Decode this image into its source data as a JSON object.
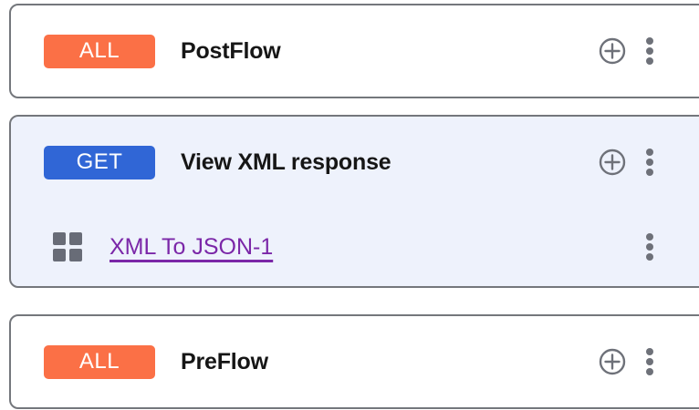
{
  "flows": [
    {
      "id": "postflow",
      "badge": {
        "label": "ALL",
        "color": "#fb7046"
      },
      "name": "PostFlow",
      "selected": false,
      "add_icon": "plus-circle-icon",
      "menu_icon": "kebab-menu-icon",
      "policies": []
    },
    {
      "id": "view-xml-response",
      "badge": {
        "label": "GET",
        "color": "#3066d6"
      },
      "name": "View XML response",
      "selected": true,
      "add_icon": "plus-circle-icon",
      "menu_icon": "kebab-menu-icon",
      "policies": [
        {
          "name": "XML To JSON-1",
          "icon": "policy-grid-icon",
          "color": "#7b27a8",
          "menu_icon": "kebab-menu-icon"
        }
      ]
    },
    {
      "id": "preflow",
      "badge": {
        "label": "ALL",
        "color": "#fb7046"
      },
      "name": "PreFlow",
      "selected": false,
      "add_icon": "plus-circle-icon",
      "menu_icon": "kebab-menu-icon",
      "policies": []
    }
  ],
  "theme": {
    "page_background": "#ffffff",
    "card_border": "#74777c",
    "card_background": "#ffffff",
    "card_selected_background": "#eef2fc",
    "icon_gray": "#6e7179",
    "policy_icon_gray": "#686c77",
    "title_color": "#161616"
  }
}
